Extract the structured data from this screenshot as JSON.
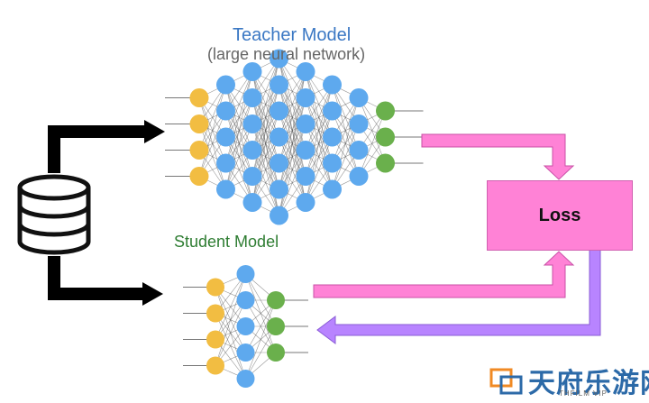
{
  "teacher": {
    "title": "Teacher Model",
    "subtitle": "(large neural network)",
    "layers": [
      4,
      5,
      6,
      7,
      6,
      5,
      4,
      3
    ],
    "layer_roles": [
      "input",
      "hidden",
      "hidden",
      "hidden",
      "hidden",
      "hidden",
      "hidden",
      "output"
    ]
  },
  "student": {
    "title": "Student Model",
    "layers": [
      4,
      5,
      3
    ],
    "layer_roles": [
      "input",
      "hidden",
      "output"
    ]
  },
  "loss": {
    "label": "Loss"
  },
  "watermark": {
    "text_zh": "天府乐游网",
    "text_en": "THFILM VIP"
  },
  "icons": [
    "database-icon",
    "logo-icon"
  ],
  "colors": {
    "input_node": "#f2bd42",
    "hidden_node": "#5ea9ee",
    "output_node": "#6ab04c",
    "teacher_title": "#3b78c4",
    "student_title": "#2e7d32",
    "loss_box": "#ff82d6",
    "pink_arrow": "#ff82d6",
    "purple_arrow": "#b884ff",
    "data_arrow": "#000000",
    "edge": "#444444"
  }
}
